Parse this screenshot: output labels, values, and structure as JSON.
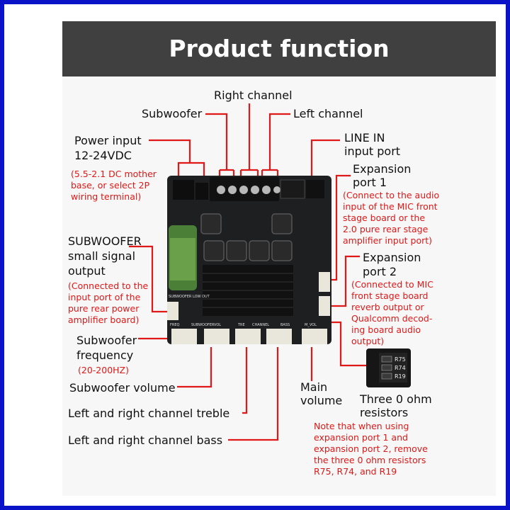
{
  "title": "Product function",
  "labels": {
    "right_channel": "Right channel",
    "subwoofer": "Subwoofer",
    "left_channel": "Left channel",
    "power_input_1": "Power input",
    "power_input_2": "12-24VDC",
    "power_note_1": "(5.5-2.1 DC mother",
    "power_note_2": "base, or select 2P",
    "power_note_3": "wiring terminal)",
    "line_in_1": "LINE IN",
    "line_in_2": "input port",
    "exp1_1": "Expansion",
    "exp1_2": "port 1",
    "exp1_note_1": "(Connect to the audio",
    "exp1_note_2": "input of the MIC front",
    "exp1_note_3": "stage board or the",
    "exp1_note_4": "2.0 pure rear stage",
    "exp1_note_5": "amplifier input port)",
    "sub_small_1": "SUBWOOFER",
    "sub_small_2": "small signal",
    "sub_small_3": "output",
    "sub_small_note_1": "(Connected to the",
    "sub_small_note_2": "input port of the",
    "sub_small_note_3": "pure rear power",
    "sub_small_note_4": "amplifier board)",
    "exp2_1": "Expansion",
    "exp2_2": "port 2",
    "exp2_note_1": "(Connected to MIC",
    "exp2_note_2": "front stage board",
    "exp2_note_3": "reverb output or",
    "exp2_note_4": "Qualcomm decod-",
    "exp2_note_5": "ing board audio",
    "exp2_note_6": "output)",
    "sub_freq_1": "Subwoofer",
    "sub_freq_2": "frequency",
    "sub_freq_note": "(20-200HZ)",
    "sub_volume": "Subwoofer volume",
    "treble": "Left and right channel treble",
    "bass": "Left and right channel bass",
    "main_vol_1": "Main",
    "main_vol_2": "volume",
    "resistors_1": "Three 0 ohm",
    "resistors_2": "resistors",
    "note_1": "Note that when using",
    "note_2": "expansion port 1 and",
    "note_3": "expansion port 2, remove",
    "note_4": "the three 0 ohm resistors",
    "note_5": "R75, R74, and R19"
  },
  "board_silk": {
    "freq": "FREQ",
    "subwoofer": "SUBWOOFER",
    "vol": "VOL",
    "tre": "TRE",
    "channel": "CHANNEL",
    "bass": "BASS",
    "m_vol": "M_VOL",
    "sub_low_out": "SUBWOOFER LOW OUT"
  },
  "zoom_silk": {
    "r75": "R75",
    "r74": "R74",
    "r19": "R19"
  },
  "colors": {
    "frame": "#0a13c8",
    "header": "#404040",
    "leader_line": "#e01818",
    "note_text": "#e01818"
  }
}
